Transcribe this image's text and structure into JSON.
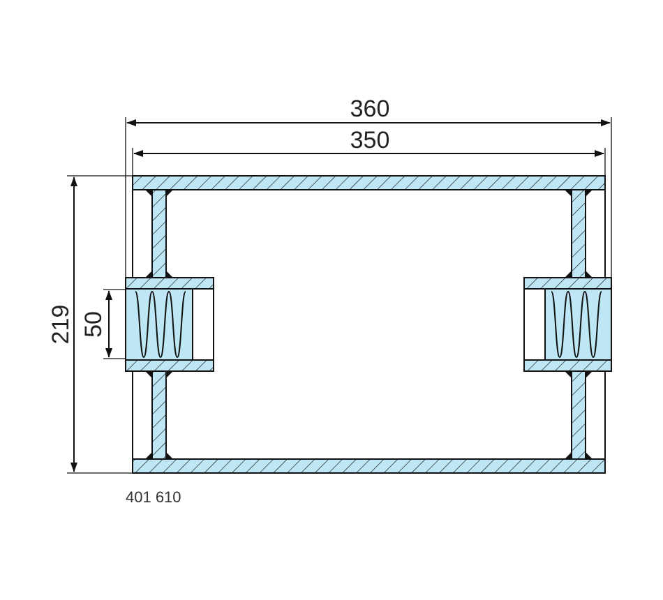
{
  "dimensions": {
    "overall_width": "360",
    "inner_width": "350",
    "overall_height": "219",
    "spigot_diameter": "50"
  },
  "part_number": "401 610",
  "colors": {
    "fill": "#bfe6f5",
    "line": "#111111",
    "text": "#222222"
  }
}
